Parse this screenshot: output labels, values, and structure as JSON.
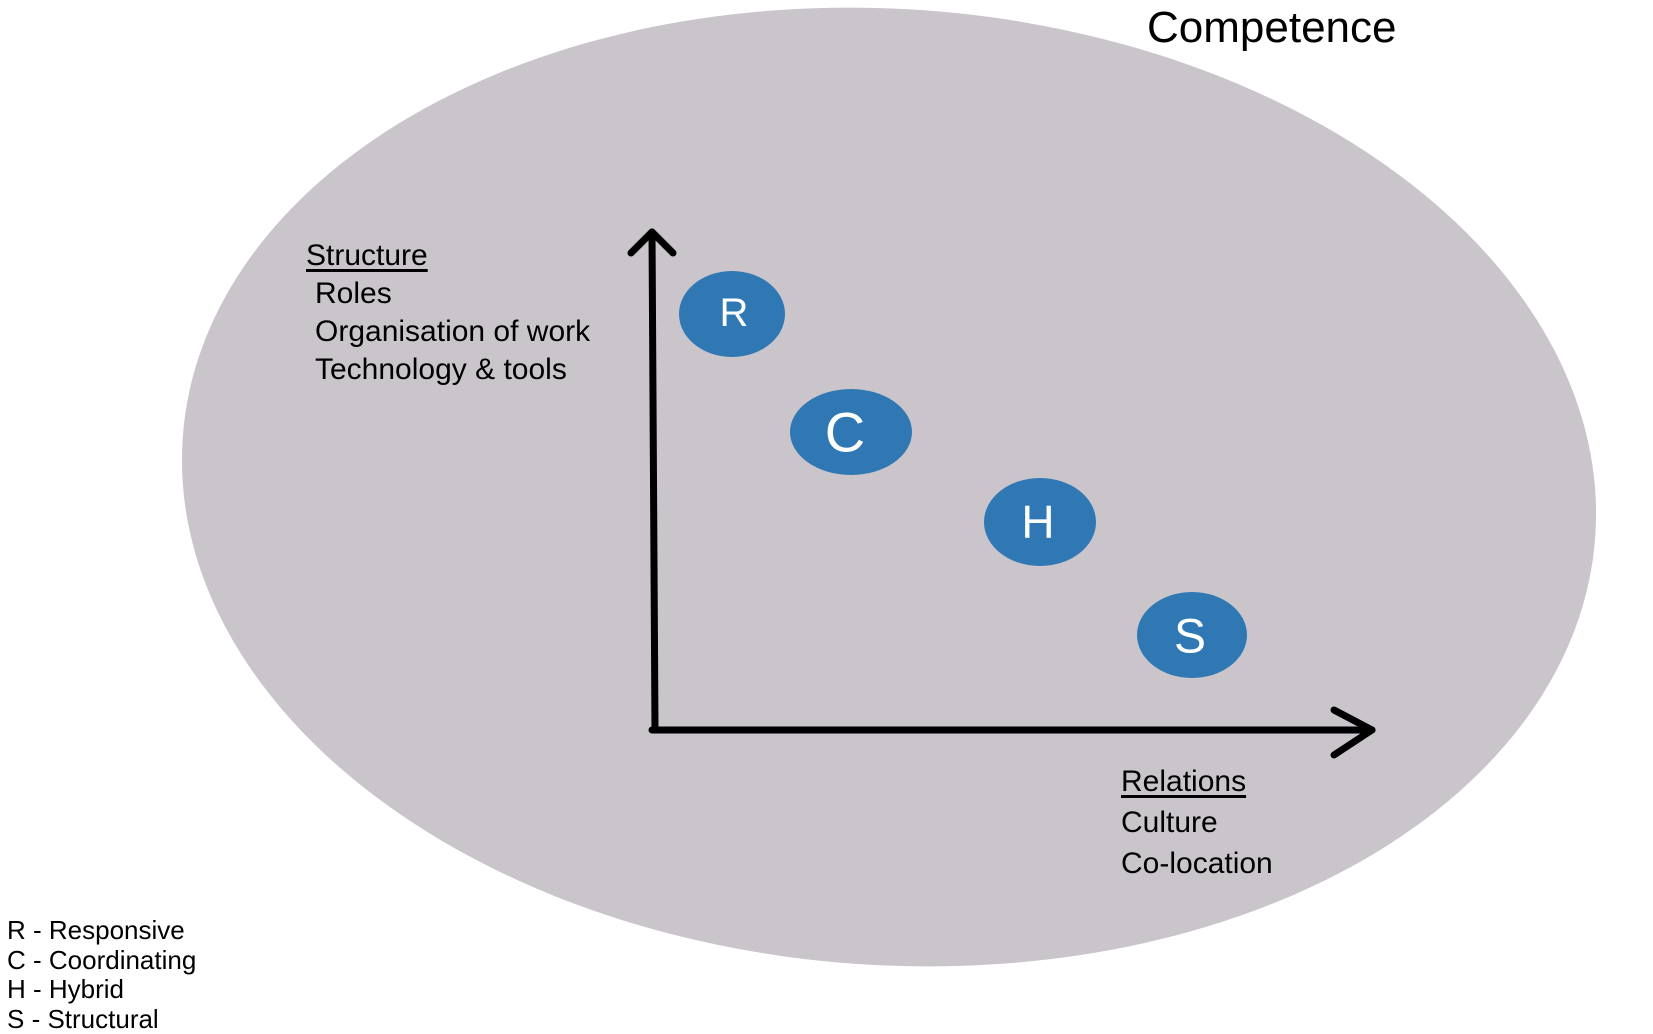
{
  "diagram": {
    "title": "Competence",
    "structure": {
      "heading": "Structure",
      "items": [
        "Roles",
        "Organisation of work",
        "Technology & tools"
      ]
    },
    "relations": {
      "heading": "Relations",
      "items": [
        "Culture",
        "Co-location"
      ]
    },
    "nodes": [
      {
        "id": "R",
        "label": "R"
      },
      {
        "id": "C",
        "label": "C"
      },
      {
        "id": "H",
        "label": "H"
      },
      {
        "id": "S",
        "label": "S"
      }
    ],
    "legend": [
      "R - Responsive",
      "C - Coordinating",
      "H - Hybrid",
      "S - Structural"
    ],
    "colors": {
      "ellipse": "#c9c5cb",
      "node": "#2f78b4",
      "axis": "#000000"
    }
  }
}
